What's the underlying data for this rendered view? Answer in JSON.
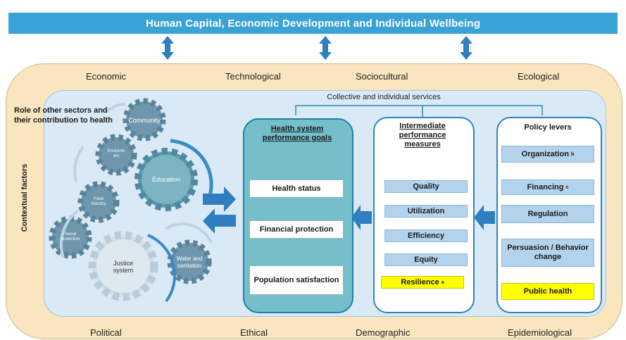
{
  "banner": {
    "title": "Human Capital, Economic Development and Individual Wellbeing"
  },
  "contextual": {
    "top": [
      "Economic",
      "Technological",
      "Sociocultural",
      "Ecological"
    ],
    "bottom": [
      "Political",
      "Ethical",
      "Demographic",
      "Epidemiological"
    ],
    "side_label": "Contextual factors"
  },
  "other_sectors": {
    "title": "Role of other sectors and their contribution to health",
    "gears": {
      "community": "Community",
      "environment": "Environm ent",
      "education": "Education",
      "food": "Food industry",
      "social": "Social protection",
      "justice": "Justice system",
      "water": "Water and sanitation"
    }
  },
  "services_label": "Collective and individual services",
  "health_system_goals": {
    "title": "Health system performance goals",
    "items": [
      "Health status",
      "Financial protection",
      "Population satisfaction"
    ]
  },
  "intermediate_measures": {
    "title": "Intermediate performance measures",
    "items": [
      "Quality",
      "Utilization",
      "Efficiency",
      "Equity"
    ],
    "highlight": "Resilience",
    "highlight_sup": "a"
  },
  "policy_levers": {
    "title": "Policy levers",
    "organization": "Organization",
    "organization_sup": "b",
    "financing": "Financing",
    "financing_sup": "c",
    "regulation": "Regulation",
    "persuasion": "Persuasion / Behavior change",
    "public_health": "Public health"
  },
  "colors": {
    "banner": "#3aa3d6",
    "outer": "#fae6be",
    "inner": "#d9e9f6",
    "goals": "#74bfca",
    "highlight": "#ffff00",
    "arrow": "#2f7fc0"
  }
}
